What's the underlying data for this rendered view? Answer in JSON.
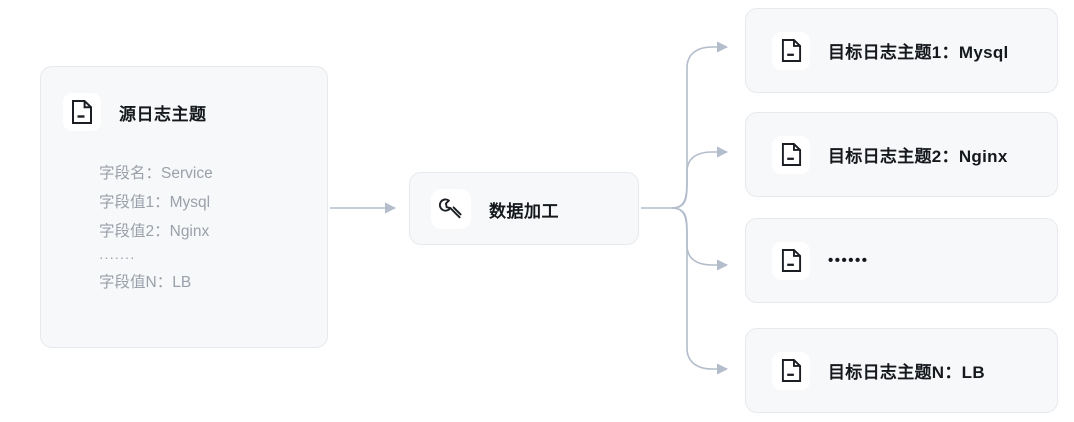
{
  "diagram": {
    "title": "log topic data processing flow",
    "accent_line_color": "#b3bdcb",
    "card_bg": "#f7f8f9",
    "card_border": "#e6e9ed",
    "tile_bg": "#ffffff",
    "title_color": "#15181c",
    "muted_text_color": "#9aa1aa"
  },
  "source": {
    "icon": "document-icon",
    "title": "源日志主题",
    "fields": [
      {
        "text": "字段名：Service",
        "type": "field"
      },
      {
        "text": "字段值1：Mysql",
        "type": "field"
      },
      {
        "text": "字段值2：Nginx",
        "type": "field"
      },
      {
        "text": "·······",
        "type": "dots"
      },
      {
        "text": "字段值N：LB",
        "type": "field"
      }
    ]
  },
  "process": {
    "icon": "wrench-icon",
    "title": "数据加工"
  },
  "targets": [
    {
      "icon": "document-icon",
      "label": "目标日志主题1：Mysql",
      "is_ellipsis": false
    },
    {
      "icon": "document-icon",
      "label": "目标日志主题2：Nginx",
      "is_ellipsis": false
    },
    {
      "icon": "document-icon",
      "label": "••••••",
      "is_ellipsis": true
    },
    {
      "icon": "document-icon",
      "label": "目标日志主题N：LB",
      "is_ellipsis": false
    }
  ]
}
